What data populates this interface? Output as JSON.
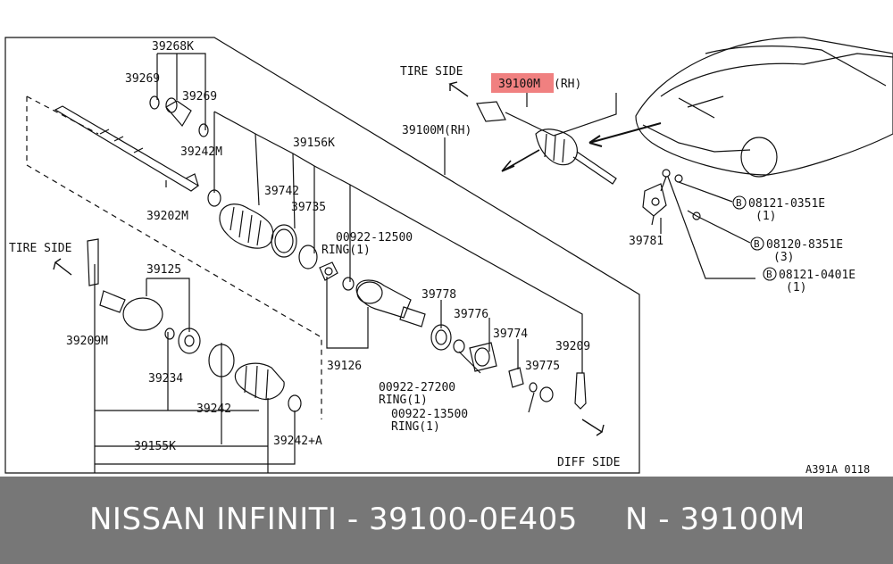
{
  "diagram": {
    "labels": {
      "p39268k": "39268K",
      "p39269a": "39269",
      "p39269b": "39269",
      "p39242m": "39242M",
      "p39156k": "39156K",
      "p39742": "39742",
      "p39735": "39735",
      "p00922_12500": "00922-12500",
      "ring1a": "RING(1)",
      "p39202m": "39202M",
      "tire_side_left": "TIRE SIDE",
      "p39125": "39125",
      "p39209m": "39209M",
      "p39234": "39234",
      "p39242": "39242",
      "p39155k": "39155K",
      "p39242a": "39242+A",
      "p39126": "39126",
      "p39778": "39778",
      "p39776": "39776",
      "p39774": "39774",
      "p39209": "39209",
      "p39775": "39775",
      "p00922_27200": "00922-27200",
      "ring1b": "RING(1)",
      "p00922_13500": "00922-13500",
      "ring1c": "RING(1)",
      "diff_side": "DIFF SIDE",
      "tire_side_top": "TIRE SIDE",
      "p39100m_rh_highlight": "39100M",
      "rh_suffix": "(RH)",
      "p39100m_rh": "39100M(RH)",
      "p39781": "39781",
      "bolt1_code": "08121-0351E",
      "bolt1_qty": "(1)",
      "bolt2_code": "08120-8351E",
      "bolt2_qty": "(3)",
      "bolt3_code": "08121-0401E",
      "bolt3_qty": "(1)",
      "b_marker": "B",
      "drawing_ref": "A391A 0118"
    },
    "highlight_color": "#f08080"
  },
  "footer": {
    "main": "NISSAN INFINITI - 39100-0E405",
    "code": "N - 39100M"
  }
}
